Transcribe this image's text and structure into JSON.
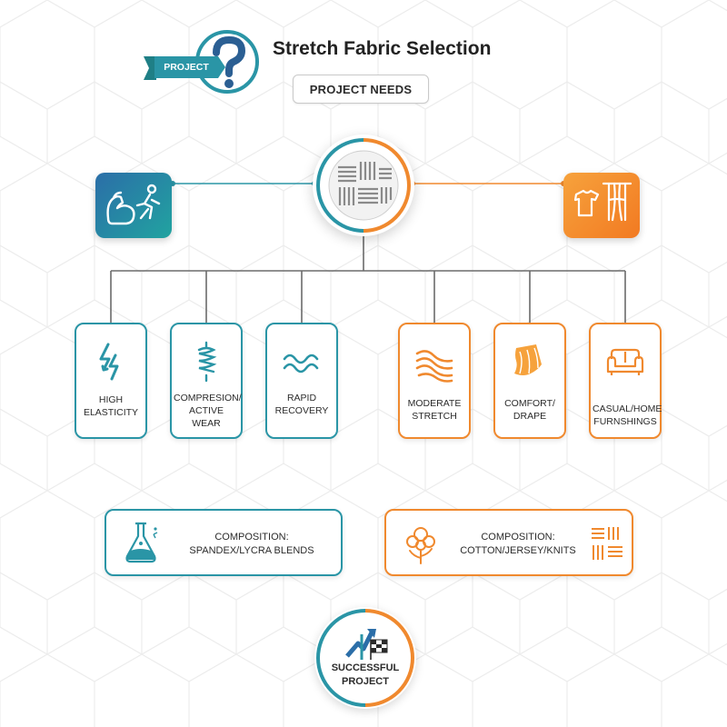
{
  "title": "Stretch Fabric Selection",
  "project_badge": "PROJECT",
  "needs_button": "PROJECT NEEDS",
  "colors": {
    "teal": "#2a95a6",
    "blue": "#2b6ea8",
    "orange": "#f0892e",
    "connector": "#6b6b6b"
  },
  "categories": [
    {
      "side": "left",
      "icon": "athlete-muscle-icon"
    },
    {
      "side": "right",
      "icon": "home-textile-icon"
    }
  ],
  "cards": [
    {
      "icon": "lightning-icon",
      "label": "HIGH\nELASTICITY"
    },
    {
      "icon": "spring-coil-icon",
      "label": "COMPRESION/\nACTIVE WEAR"
    },
    {
      "icon": "wave-icon",
      "label": "RAPID\nRECOVERY"
    },
    {
      "icon": "flowing-fabric-icon",
      "label": "MODERATE\nSTRETCH"
    },
    {
      "icon": "draped-cloth-icon",
      "label": "COMFORT/\nDRAPE"
    },
    {
      "icon": "sofa-icon",
      "label": "CASUAL/HOME\nFURNSHINGS"
    }
  ],
  "compositions": [
    {
      "icon": "flask-icon",
      "label": "COMPOSITION:\nSPANDEX/LYCRA BLENDS"
    },
    {
      "icon": "cotton-flower-icon",
      "label": "COMPOSITION:\nCOTTON/JERSEY/KNITS",
      "icon2": "woven-knit-icon"
    }
  ],
  "outcome": "SUCCESSFUL\nPROJECT",
  "outcome_icon": "arrow-checkered-flag-icon"
}
